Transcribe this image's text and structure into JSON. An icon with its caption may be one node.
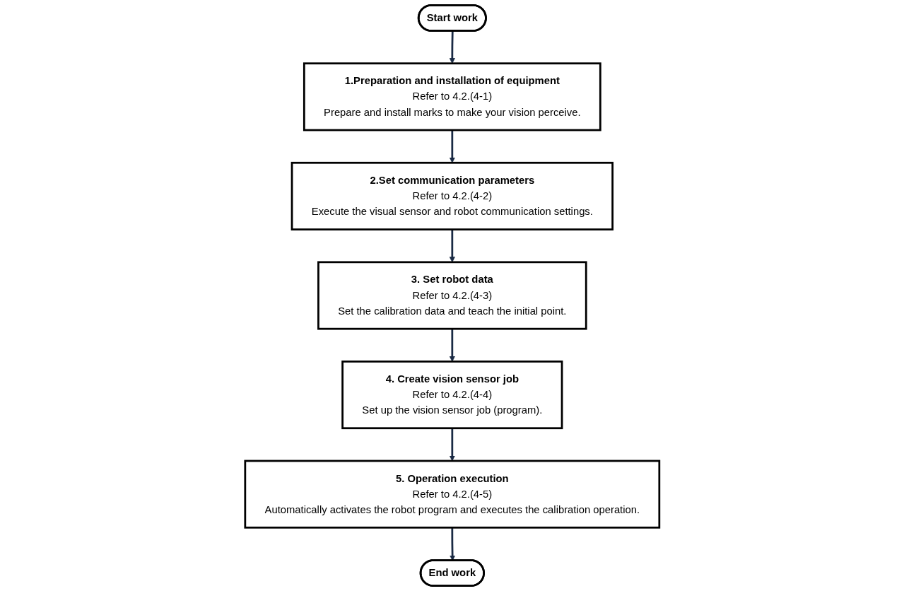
{
  "diagram": {
    "nodes": [
      {
        "text": [
          "Start work"
        ]
      },
      {
        "text": [
          "1.Preparation and installation of equipment",
          "Refer to 4.2.(4-1)",
          "Prepare and install marks to make your vision perceive."
        ]
      },
      {
        "text": [
          "2.Set communication parameters",
          "Refer to 4.2.(4-2)",
          "Execute the visual sensor and robot communication settings."
        ]
      },
      {
        "text": [
          "3. Set robot data",
          "Refer to 4.2.(4-3)",
          "Set the calibration data and teach the initial point."
        ]
      },
      {
        "text": [
          "4. Create vision sensor job",
          "Refer to 4.2.(4-4)",
          "Set up the vision sensor job (program)."
        ]
      },
      {
        "text": [
          "5. Operation execution",
          "Refer to 4.2.(4-5)",
          "Automatically activates the robot program and executes the calibration operation."
        ]
      },
      {
        "text": [
          "End work"
        ]
      }
    ],
    "edges": [
      {
        "from": 0,
        "to": 1,
        "arrow": "to"
      },
      {
        "from": 1,
        "to": 2,
        "arrow": "to"
      },
      {
        "from": 2,
        "to": 3,
        "arrow": "to"
      },
      {
        "from": 3,
        "to": 4,
        "arrow": "to"
      },
      {
        "from": 4,
        "to": 5,
        "arrow": "to"
      },
      {
        "from": 5,
        "to": 6,
        "arrow": "to"
      }
    ]
  }
}
